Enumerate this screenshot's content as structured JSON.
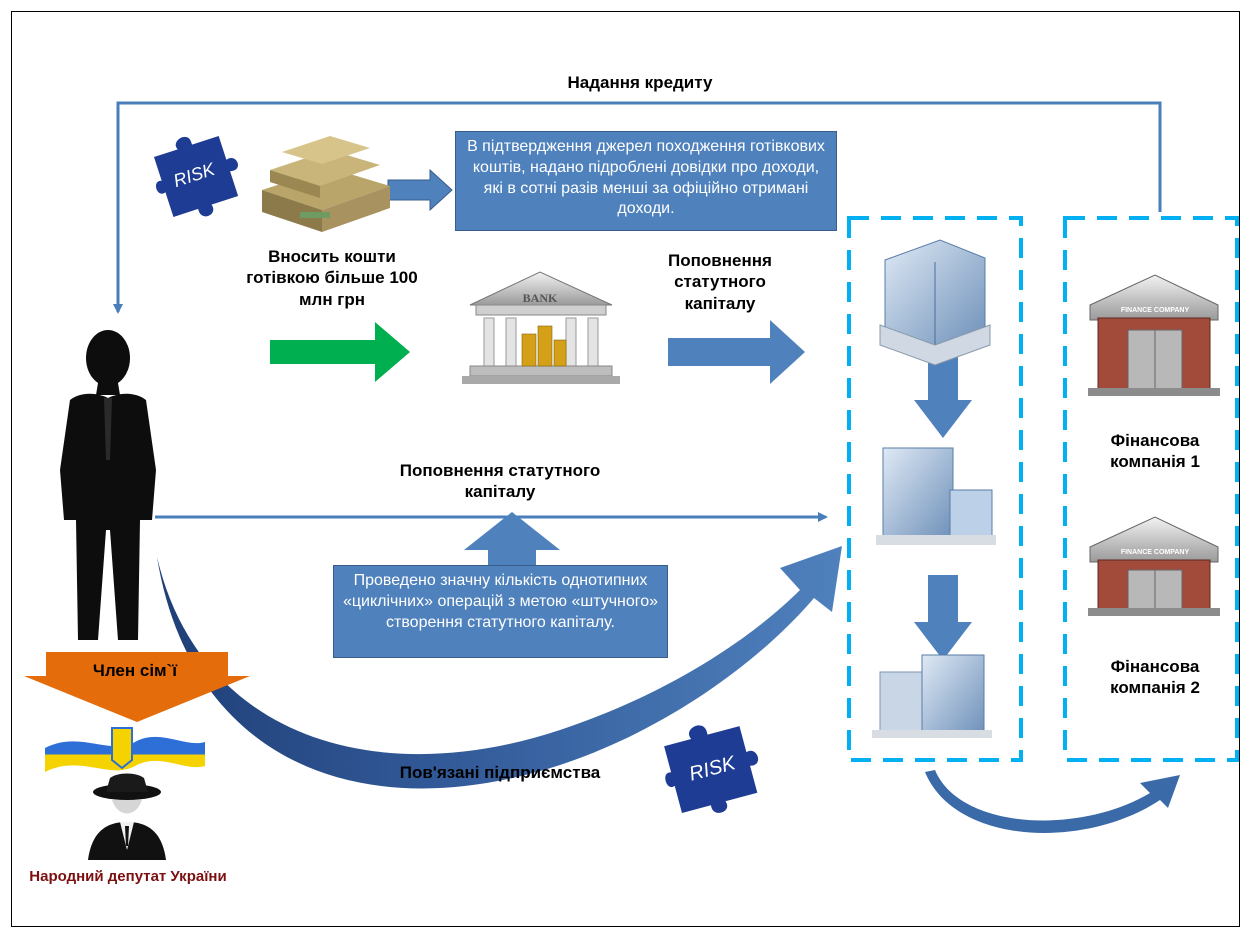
{
  "labels": {
    "credit": "Надання кредиту",
    "cash_deposit": "Вносить кошти готівкою більше 100 млн грн",
    "capital_top": "Поповнення статутного капіталу",
    "capital_middle": "Поповнення статутного капіталу",
    "family_member": "Член сім`ї",
    "related_enterprises": "Пов'язані підприємства",
    "finance_company_1": "Фінансова компанія 1",
    "finance_company_2": "Фінансова компанія 2",
    "mp": "Народний депутат України",
    "bank_sign": "BANK",
    "finance_company_sign": "FINANCE COMPANY",
    "risk": "RISK"
  },
  "notes": {
    "income_certificates": "В підтвердження джерел походження готівкових коштів, надано підроблені довідки про доходи, які в сотні разів менші за офіційно отримані доходи.",
    "cyclic_operations": "Проведено значну кількість однотипних «циклічних» операцій з метою «штучного» створення статутного капіталу."
  },
  "colors": {
    "arrow_blue": "#4f81bd",
    "line_blue": "#4a7ebb",
    "green_arrow": "#00b050",
    "orange_banner": "#e46c0a",
    "dashed_border": "#00b0f0",
    "puzzle": "#1f3c94",
    "mp_text": "#7b1010"
  },
  "icons": [
    "person-silhouette-icon",
    "money-stack-icon",
    "bank-building-icon",
    "office-building-icon",
    "finance-company-icon",
    "puzzle-risk-icon",
    "ukraine-flag-icon",
    "spy-icon"
  ]
}
